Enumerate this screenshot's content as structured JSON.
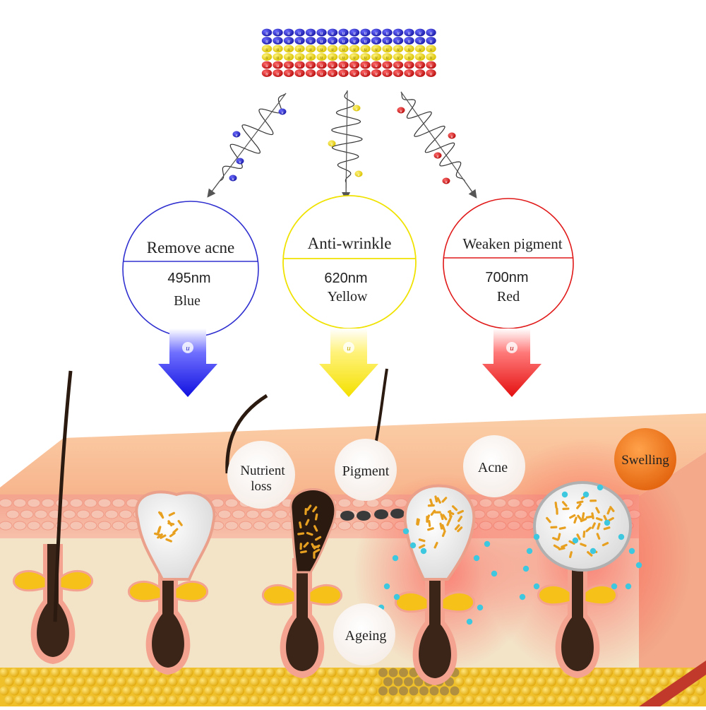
{
  "particle_letter": "u",
  "colors": {
    "blue": "#2a2ad8",
    "yellow": "#f2e200",
    "red": "#e01818",
    "skin": "#f6b59a",
    "dermis": "#f0e2c8",
    "fat": "#f3c21a",
    "follicle": "#3b2418",
    "swelling": "#f07a20"
  },
  "lights": [
    {
      "title": "Remove acne",
      "wavelength": "495nm",
      "color_name": "Blue"
    },
    {
      "title": "Anti-wrinkle",
      "wavelength": "620nm",
      "color_name": "Yellow"
    },
    {
      "title": "Weaken pigment",
      "wavelength": "700nm",
      "color_name": "Red"
    }
  ],
  "skin_labels": {
    "nutrient_loss_line1": "Nutrient",
    "nutrient_loss_line2": "loss",
    "pigment": "Pigment",
    "acne": "Acne",
    "swelling": "Swelling",
    "ageing": "Ageing"
  }
}
